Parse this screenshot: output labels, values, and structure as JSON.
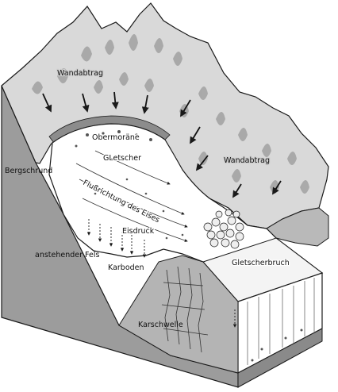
{
  "labels": {
    "wandabtrag_left": "Wandabtrag",
    "wandabtrag_right": "Wandabtrag",
    "obermoraene": "Obermoräne",
    "gletscher": "GLetscher",
    "bergschrund": "Bergschrund",
    "flussrichtung": "Flußrichtung des Eises",
    "eisdruck": "Eisdruck",
    "anstehender_fels": "anstehender Fels",
    "karboden": "Karboden",
    "gletscherbruch": "Gletscherbruch",
    "karschwelle": "Karschwelle"
  },
  "colors": {
    "rock_side": "#9c9c9c",
    "rock_dark": "#7e7e7e",
    "mountain": "#d9d9d9",
    "mountain_light": "#ececec",
    "ice": "#ffffff",
    "outline": "#1a1a1a"
  }
}
